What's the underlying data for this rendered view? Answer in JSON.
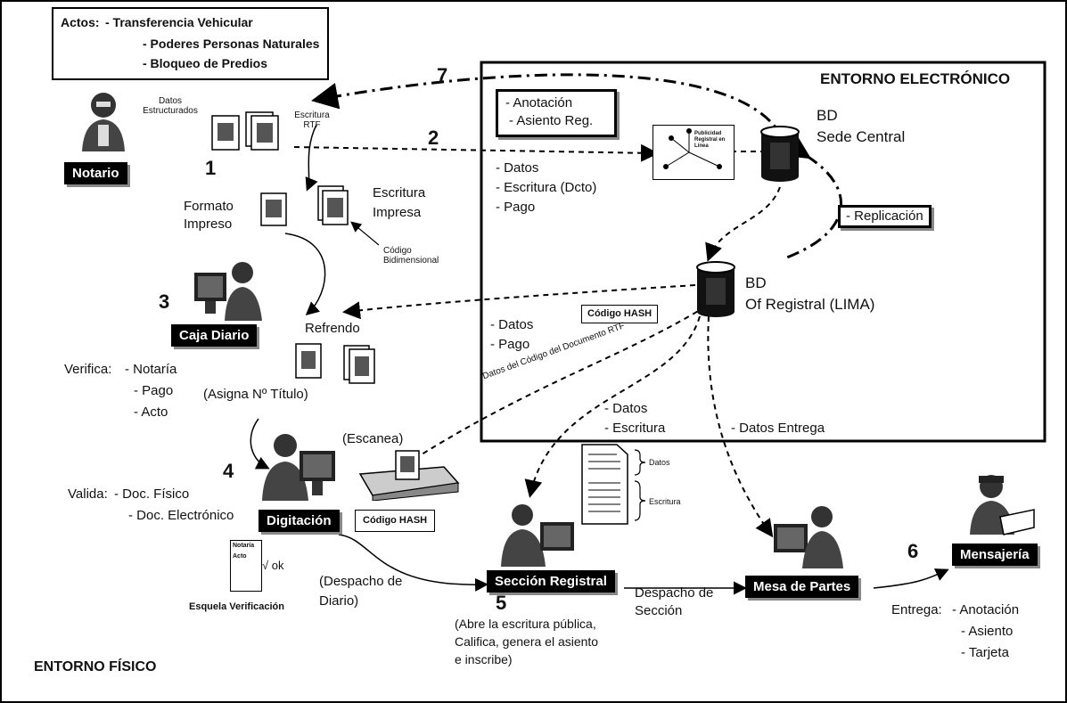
{
  "actos": {
    "title": "Actos:",
    "items": [
      "- Transferencia Vehicular",
      "- Poderes Personas Naturales",
      "- Bloqueo de Predios"
    ]
  },
  "steps": [
    "1",
    "2",
    "3",
    "4",
    "5",
    "6",
    "7"
  ],
  "environments": {
    "electronic": "ENTORNO ELECTRÓNICO",
    "physical": "ENTORNO FÍSICO"
  },
  "actors": {
    "notario": "Notario",
    "caja": "Caja Diario",
    "digitacion": "Digitación",
    "seccion": "Sección Registral",
    "mesa": "Mesa de Partes",
    "mensajeria": "Mensajería"
  },
  "notario": {
    "datos": "Datos Estructurados",
    "escritura_rtf": "Escritura RTF"
  },
  "step1": {
    "formato": "Formato Impreso",
    "escritura": "Escritura Impresa",
    "codigo": "Código Bidimensional"
  },
  "step2_labels": [
    "- Datos",
    "- Escritura (Dcto)",
    "- Pago"
  ],
  "anotacion_box": [
    "- Anotación",
    "- Asiento Reg."
  ],
  "publicidad": "Publicidad Registral en Línea",
  "bd_central": [
    "BD",
    "Sede Central"
  ],
  "replicacion": "- Replicación",
  "bd_lima": [
    "BD",
    "Of Registral (LIMA)"
  ],
  "codigo_hash": "Código HASH",
  "step3_datos": [
    "- Datos",
    "- Pago"
  ],
  "datos_codigo": "Datos del Código del Documento RTF",
  "refrendo": "Refrendo",
  "asigna": "(Asigna Nº Título)",
  "verifica": {
    "title": "Verifica:",
    "items": [
      "- Notaría",
      "- Pago",
      "- Acto"
    ]
  },
  "escanea": "(Escanea)",
  "valida": {
    "title": "Valida:",
    "items": [
      "- Doc. Físico",
      "- Doc. Electrónico"
    ]
  },
  "codigo_hash_2": "Código HASH",
  "step5_datos": [
    "- Datos",
    "- Escritura"
  ],
  "datos_entrega": "- Datos Entrega",
  "doc_labels": [
    "Datos",
    "Escritura"
  ],
  "esquela": {
    "label": "Esquela Verificación",
    "line1": "Notaría",
    "line2": "Acto",
    "ok": "√ ok"
  },
  "despacho_diario": [
    "(Despacho de",
    "Diario)"
  ],
  "despacho_seccion": [
    "Despacho de",
    "Sección"
  ],
  "seccion_desc": [
    "(Abre la escritura pública,",
    "Califica, genera el asiento",
    "e inscribe)"
  ],
  "entrega": {
    "title": "Entrega:",
    "items": [
      "- Anotación",
      "- Asiento",
      "- Tarjeta"
    ]
  }
}
